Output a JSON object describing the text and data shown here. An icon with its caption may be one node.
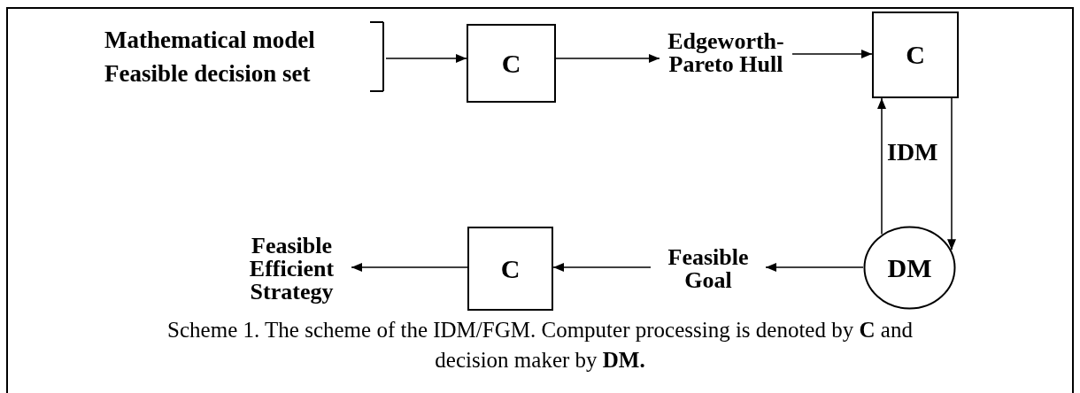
{
  "diagram": {
    "caption": "Scheme 1. The scheme of the IDM/FGM. Computer processing is denoted by **C** and decision maker by **DM.**",
    "nodes": [
      {
        "text": [
          "Mathematical model",
          "Feasible decision set"
        ]
      },
      {
        "text": [
          "C"
        ]
      },
      {
        "text": [
          "Edgeworth-Pareto Hull"
        ]
      },
      {
        "text": [
          "C"
        ]
      },
      {
        "text": [
          "DM"
        ]
      },
      {
        "text": [
          "Feasible Goal"
        ]
      },
      {
        "text": [
          "C"
        ]
      },
      {
        "text": [
          "Feasible Efficient Strategy"
        ]
      }
    ],
    "edges": [
      {
        "from": 0,
        "to": 1,
        "arrow": "to"
      },
      {
        "from": 1,
        "to": 2,
        "arrow": "to"
      },
      {
        "from": 2,
        "to": 3,
        "arrow": "to"
      },
      {
        "from": 4,
        "to": 3,
        "arrow": "to"
      },
      {
        "from": 3,
        "to": 4,
        "arrow": "to"
      },
      {
        "from": 4,
        "to": 5,
        "arrow": "to"
      },
      {
        "from": 5,
        "to": 6,
        "arrow": "to"
      },
      {
        "from": 6,
        "to": 7,
        "arrow": "to"
      }
    ],
    "labels": [
      "IDM"
    ]
  }
}
